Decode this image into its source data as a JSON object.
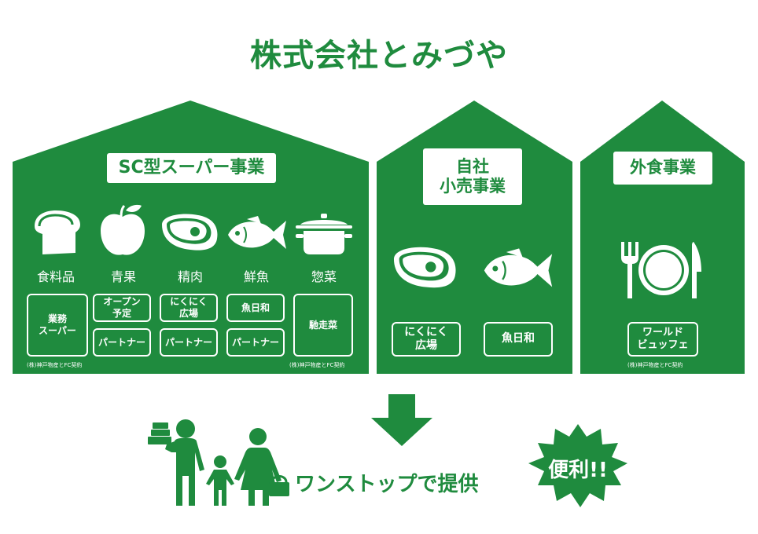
{
  "title": "株式会社とみづや",
  "colors": {
    "green": "#1f8b3e",
    "white": "#ffffff"
  },
  "sc": {
    "label": "SC型スーパー事業",
    "categories": [
      {
        "icon": "bread-icon",
        "label": "食料品"
      },
      {
        "icon": "apple-icon",
        "label": "青果"
      },
      {
        "icon": "meat-icon",
        "label": "精肉"
      },
      {
        "icon": "fish-icon",
        "label": "鮮魚"
      },
      {
        "icon": "pot-icon",
        "label": "惣菜"
      }
    ],
    "stores": {
      "gyomu": "業務\nスーパー",
      "open_soon": "オープン\n予定",
      "nikuniku": "にくにく\n広場",
      "uohiwa": "魚日和",
      "chisoan": "馳走菜",
      "partner": "パートナー"
    },
    "note_left": "(株)神戸物産とFC契約",
    "note_right": "(株)神戸物産とFC契約"
  },
  "retail": {
    "label": "自社\n小売事業",
    "stores": [
      "にくにく\n広場",
      "魚日和"
    ]
  },
  "dining": {
    "label": "外食事業",
    "store": "ワールド\nビュッフェ",
    "note": "(株)神戸物産とFC契約"
  },
  "bottom": {
    "onestop": "ワンストップで提供",
    "burst": "便利!!"
  }
}
